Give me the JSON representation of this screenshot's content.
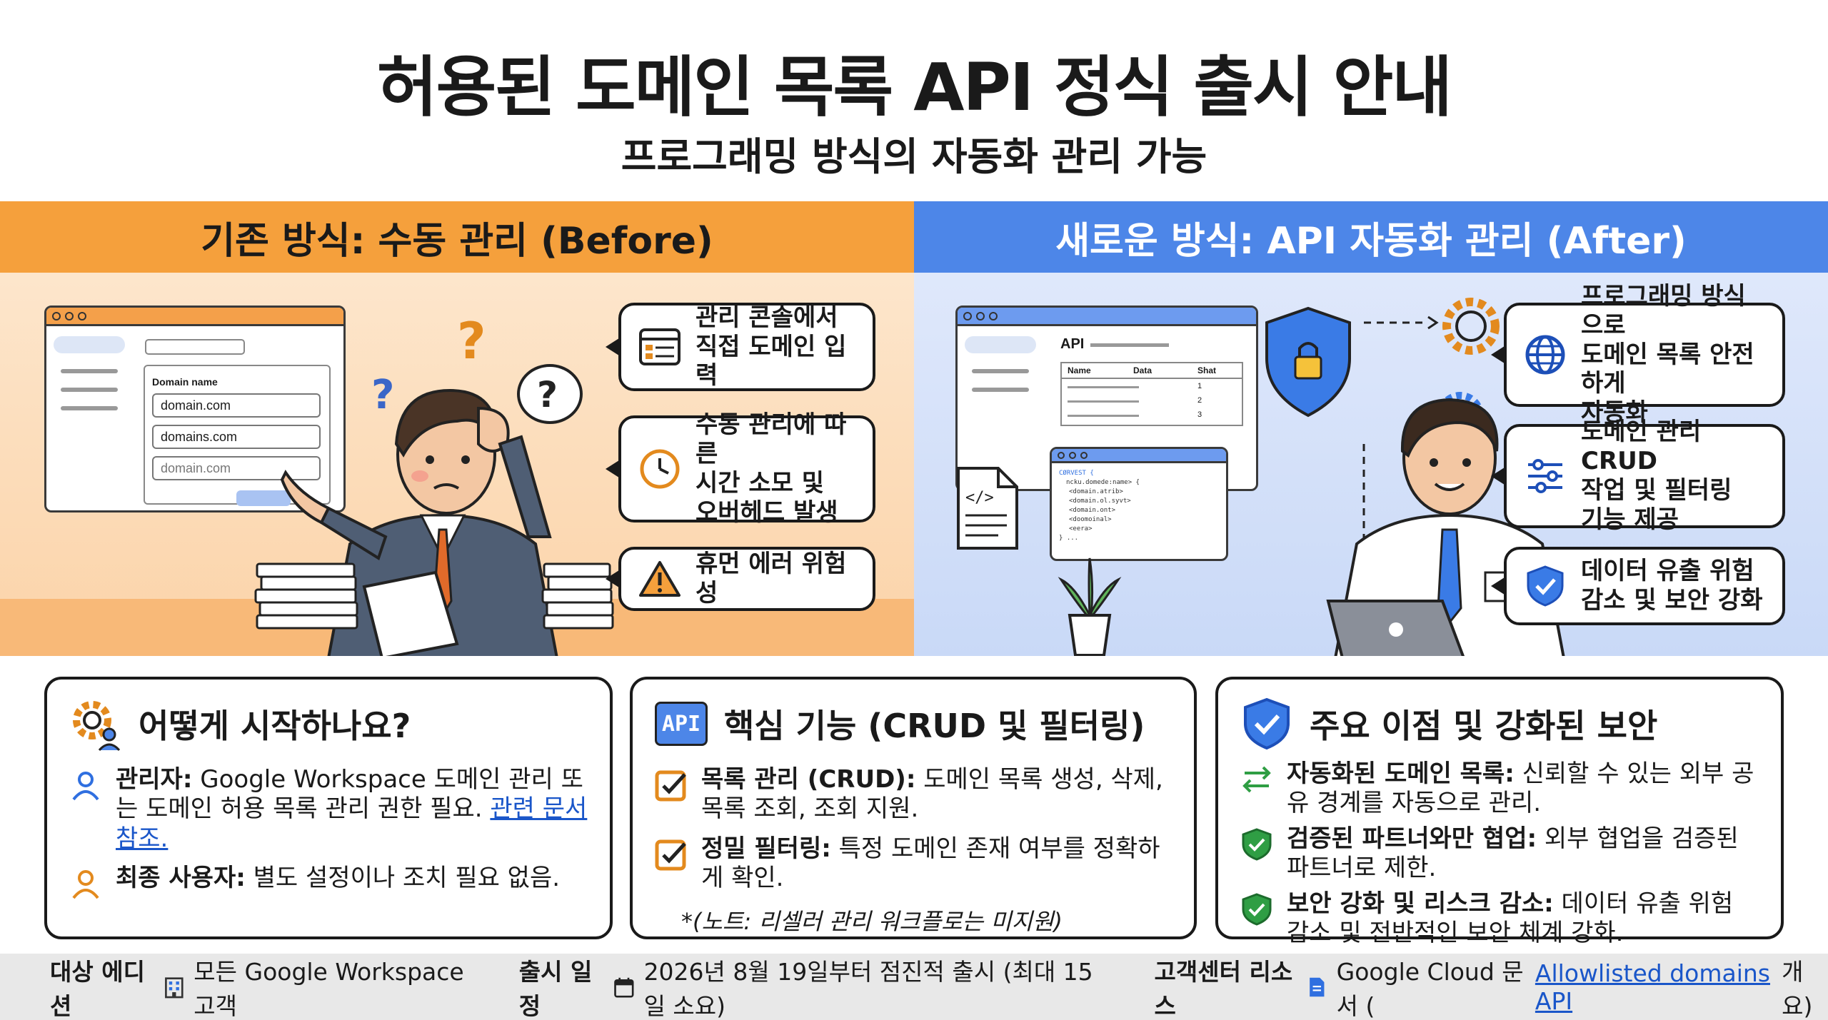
{
  "header": {
    "title": "허용된 도메인 목록 API 정식 출시 안내",
    "subtitle": "프로그래밍 방식의 자동화 관리 가능"
  },
  "before": {
    "heading": "기존 방식: 수동 관리 (Before)",
    "callouts": [
      {
        "icon": "console-window-icon",
        "text": "관리 콘솔에서\n직접 도메인 입력"
      },
      {
        "icon": "clock-icon",
        "text": "수동 관리에 따른\n시간 소모 및\n오버헤드 발생"
      },
      {
        "icon": "warning-icon",
        "text": "휴먼 에러 위험성"
      }
    ],
    "illustration": {
      "field_label": "Domain name",
      "fields": [
        "domain.com",
        "domains.com",
        "domain.com"
      ]
    }
  },
  "after": {
    "heading": "새로운 방식: API 자동화 관리 (After)",
    "callouts": [
      {
        "icon": "globe-icon",
        "text": "프로그래밍 방식으로\n도메인 목록 안전하게\n자동화"
      },
      {
        "icon": "sliders-icon",
        "text": "도메인 관리 CRUD\n작업 및 필터링\n기능 제공"
      },
      {
        "icon": "shield-check-icon",
        "text": "데이터 유출 위험\n감소 및 보안 강화"
      }
    ],
    "illustration": {
      "api_label": "API",
      "table_headers": [
        "Name",
        "Data",
        "Shat"
      ],
      "row_numbers": [
        "1",
        "2",
        "3"
      ],
      "code_lines": [
        "CØRVEST {",
        "ncku.domede:name> {",
        "<domain.atrib>",
        "<domain.ol.syvt>",
        "<domain.ont>",
        "<doomoinal>",
        "<eera>",
        "} ..."
      ]
    }
  },
  "cards": {
    "start": {
      "title": "어떻게 시작하나요?",
      "items": [
        {
          "label": "관리자:",
          "text": " Google Workspace 도메인 관리 또는 도메인 허용 목록 관리 권한 필요. ",
          "link": "관련 문서 참조."
        },
        {
          "label": "최종 사용자:",
          "text": " 별도 설정이나 조치 필요 없음."
        }
      ]
    },
    "features": {
      "badge": "API",
      "title": "핵심 기능 (CRUD 및 필터링)",
      "items": [
        {
          "label": "목록 관리 (CRUD):",
          "text": " 도메인 목록 생성, 삭제, 목록 조회, 조회 지원."
        },
        {
          "label": "정밀 필터링:",
          "text": " 특정 도메인 존재 여부를 정확하게 확인."
        }
      ],
      "note": "*(노트: 리셀러 관리 워크플로는 미지원)"
    },
    "benefits": {
      "title": "주요 이점 및 강화된 보안",
      "items": [
        {
          "label": "자동화된 도메인 목록:",
          "text": " 신뢰할 수 있는 외부 공유 경계를 자동으로 관리."
        },
        {
          "label": "검증된 파트너와만 협업:",
          "text": " 외부 협업을 검증된 파트너로 제한."
        },
        {
          "label": "보안 강화 및 리스크 감소:",
          "text": " 데이터 유출 위험 감소 및 전반적인 보안 체계 강화."
        }
      ]
    }
  },
  "footer": {
    "edition_label": "대상 에디션",
    "edition_value": "모든 Google Workspace 고객",
    "schedule_label": "출시 일정",
    "schedule_value": "2026년 8월 19일부터 점진적 출시 (최대 15일 소요)",
    "resources_label": "고객센터 리소스",
    "resources_prefix": "Google Cloud 문서 (",
    "resources_link": "Allowlisted domains API",
    "resources_suffix": " 개요)"
  },
  "colors": {
    "before_bar": "#f5a03c",
    "after_bar": "#4d86e8",
    "icon_orange": "#e38a1e",
    "icon_blue": "#2f6fe0",
    "check_green": "#2f9e44",
    "link": "#1a56c9"
  }
}
